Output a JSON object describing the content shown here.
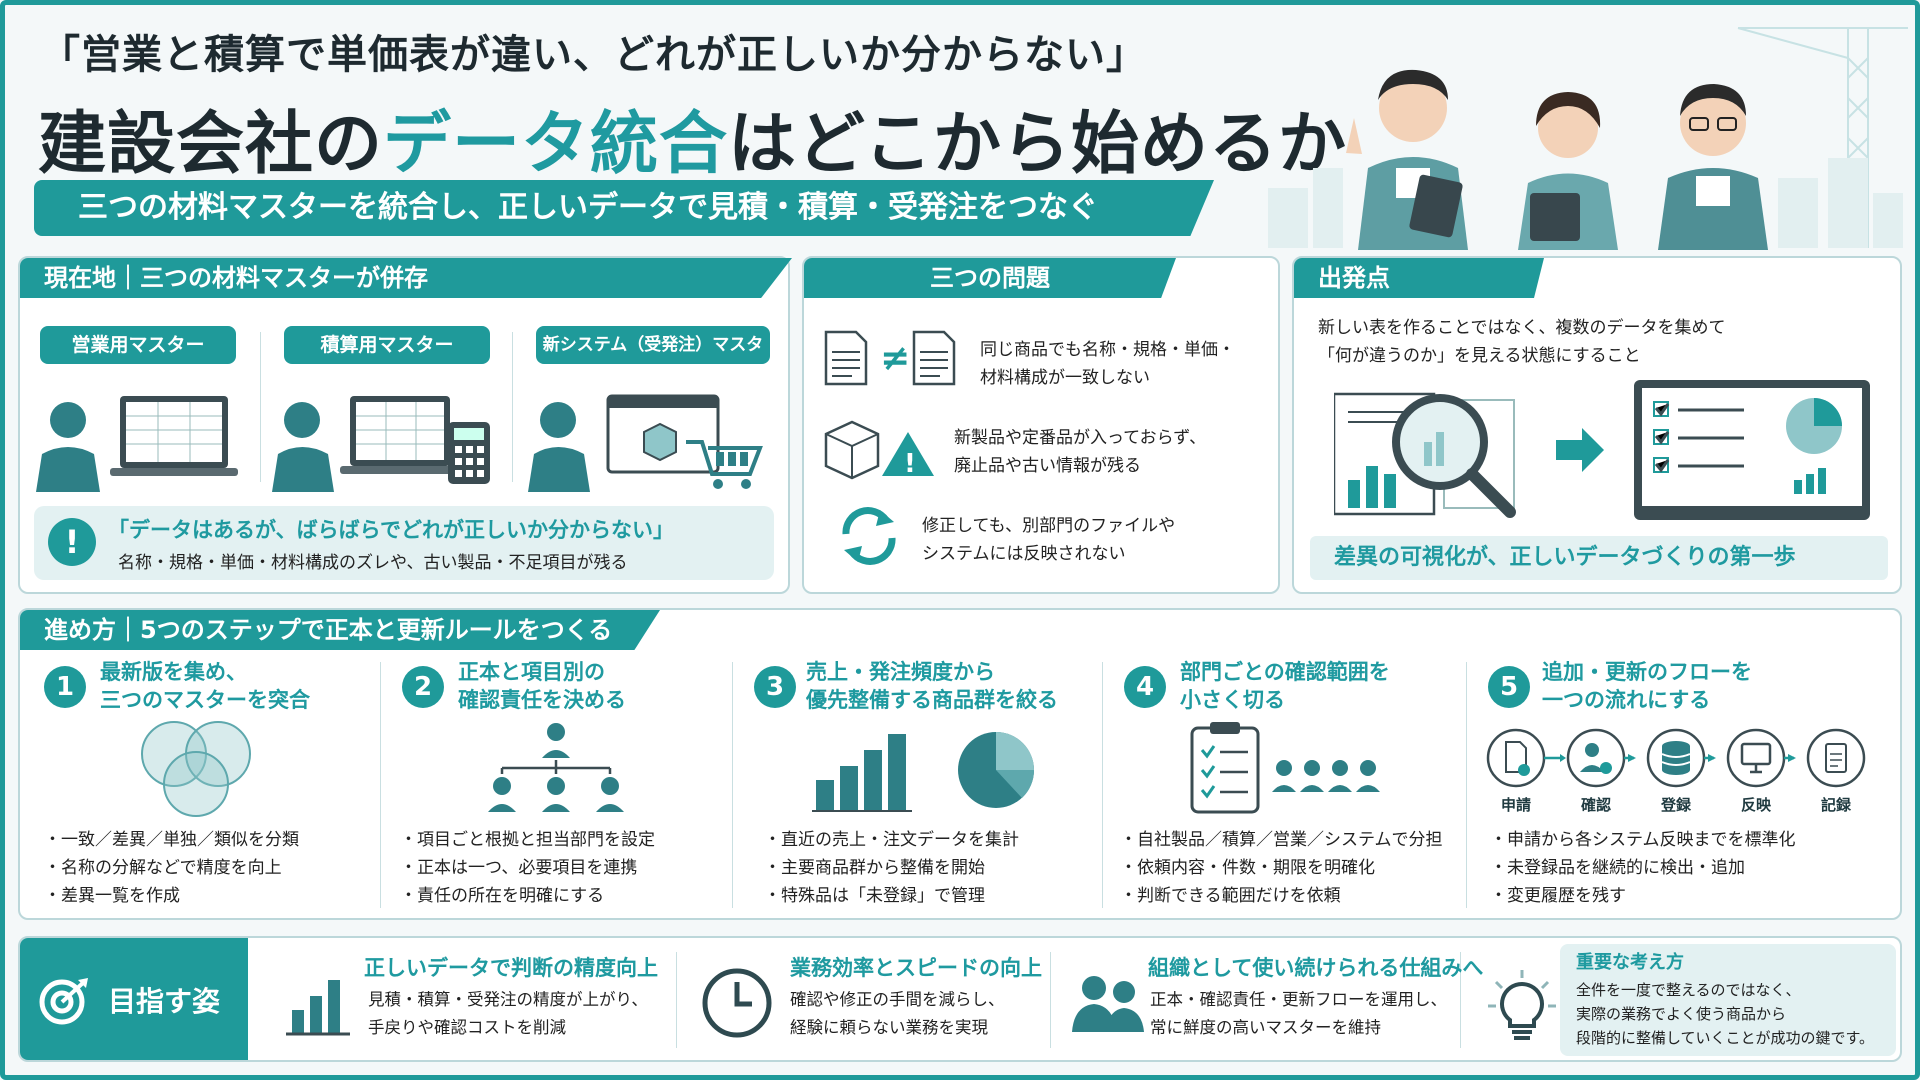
{
  "header": {
    "quote": "「営業と積算で単価表が違い、どれが正しいか分からない」",
    "title_pre": "建設会社の",
    "title_accent": "データ統合",
    "title_post": "はどこから始めるか",
    "subtitle": "三つの材料マスターを統合し、正しいデータで見積・積算・受発注をつなぐ"
  },
  "current": {
    "heading": "現在地｜三つの材料マスターが併存",
    "masters": [
      "営業用マスター",
      "積算用マスター",
      "新システム（受発注）マスター"
    ],
    "alert_title": "「データはあるが、ばらばらでどれが正しいか分からない」",
    "alert_text": "名称・規格・単価・材料構成のズレや、古い製品・不足項目が残る"
  },
  "problems": {
    "heading": "三つの問題",
    "items": [
      {
        "icon": "not-equal-documents-icon",
        "line1": "同じ商品でも名称・規格・単価・",
        "line2": "材料構成が一致しない"
      },
      {
        "icon": "box-warning-icon",
        "line1": "新製品や定番品が入っておらず、",
        "line2": "廃止品や古い情報が残る"
      },
      {
        "icon": "sync-icon",
        "line1": "修正しても、別部門のファイルや",
        "line2": "システムには反映されない"
      }
    ]
  },
  "start": {
    "heading": "出発点",
    "line1": "新しい表を作ることではなく、複数のデータを集めて",
    "line2": "「何が違うのか」を見える状態にすること",
    "caption": "差異の可視化が、正しいデータづくりの第一歩"
  },
  "steps": {
    "heading": "進め方｜5つのステップで正本と更新ルールをつくる",
    "items": [
      {
        "num": "1",
        "title1": "最新版を集め、",
        "title2": "三つのマスターを突合",
        "icon": "venn-icon",
        "bullets": [
          "・一致／差異／単独／類似を分類",
          "・名称の分解などで精度を向上",
          "・差異一覧を作成"
        ]
      },
      {
        "num": "2",
        "title1": "正本と項目別の",
        "title2": "確認責任を決める",
        "icon": "org-chart-icon",
        "bullets": [
          "・項目ごと根拠と担当部門を設定",
          "・正本は一つ、必要項目を連携",
          "・責任の所在を明確にする"
        ]
      },
      {
        "num": "3",
        "title1": "売上・発注頻度から",
        "title2": "優先整備する商品群を絞る",
        "icon": "bar-pie-chart-icon",
        "bullets": [
          "・直近の売上・注文データを集計",
          "・主要商品群から整備を開始",
          "・特殊品は「未登録」で管理"
        ]
      },
      {
        "num": "4",
        "title1": "部門ごとの確認範囲を",
        "title2": "小さく切る",
        "icon": "checklist-team-icon",
        "bullets": [
          "・自社製品／積算／営業／システムで分担",
          "・依頼内容・件数・期限を明確化",
          "・判断できる範囲だけを依頼"
        ]
      },
      {
        "num": "5",
        "title1": "追加・更新のフローを",
        "title2": "一つの流れにする",
        "icon": "flow-icon",
        "flow": [
          "申請",
          "確認",
          "登録",
          "反映",
          "記録"
        ],
        "bullets": [
          "・申請から各システム反映までを標準化",
          "・未登録品を継続的に検出・追加",
          "・変更履歴を残す"
        ]
      }
    ]
  },
  "goals": {
    "heading": "目指す姿",
    "items": [
      {
        "icon": "bar-chart-icon",
        "title": "正しいデータで判断の精度向上",
        "line1": "見積・積算・受発注の精度が上がり、",
        "line2": "手戻りや確認コストを削減"
      },
      {
        "icon": "clock-icon",
        "title": "業務効率とスピードの向上",
        "line1": "確認や修正の手間を減らし、",
        "line2": "経験に頼らない業務を実現"
      },
      {
        "icon": "team-icon",
        "title": "組織として使い続けられる仕組みへ",
        "line1": "正本・確認責任・更新フローを運用し、",
        "line2": "常に鮮度の高いマスターを維持"
      }
    ],
    "key": {
      "icon": "lightbulb-icon",
      "title": "重要な考え方",
      "line1": "全件を一度で整えるのではなく、",
      "line2": "実際の業務でよく使う商品から",
      "line3": "段階的に整備していくことが成功の鍵です。"
    }
  },
  "colors": {
    "primary": "#1f9a9a",
    "dark": "#1e2a30",
    "light": "#e3f1f2"
  }
}
